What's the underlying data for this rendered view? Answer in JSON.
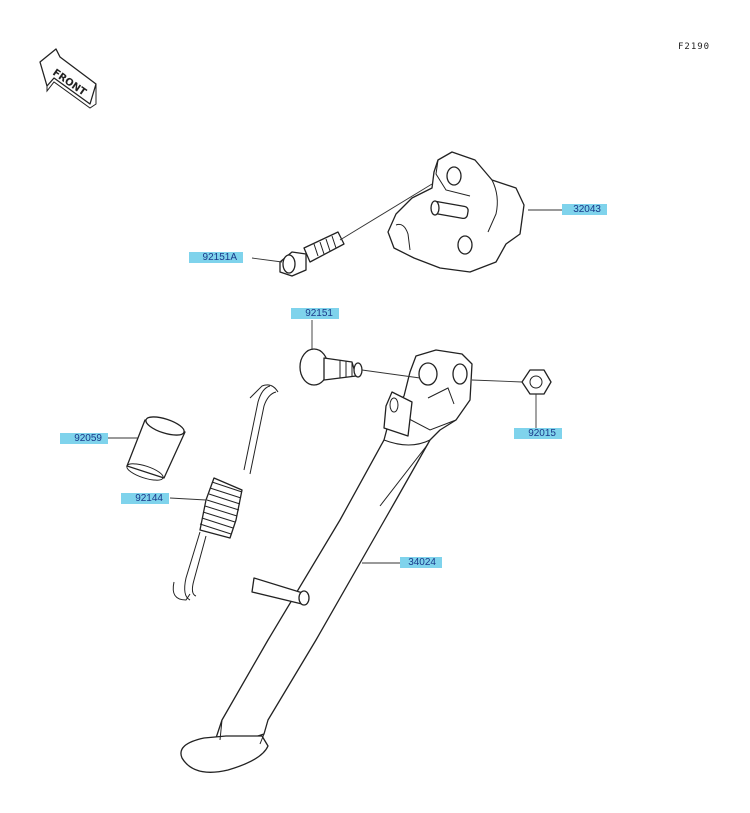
{
  "figure_code": "F2190",
  "front_indicator": "FRONT",
  "parts": {
    "p32043": "32043",
    "p92151A": "92151A",
    "p92151": "92151",
    "p92015": "92015",
    "p92059": "92059",
    "p92144": "92144",
    "p34024": "34024"
  },
  "colors": {
    "label_bg": "#7fd3ec",
    "label_text": "#1a3a8a",
    "line": "#222222"
  }
}
